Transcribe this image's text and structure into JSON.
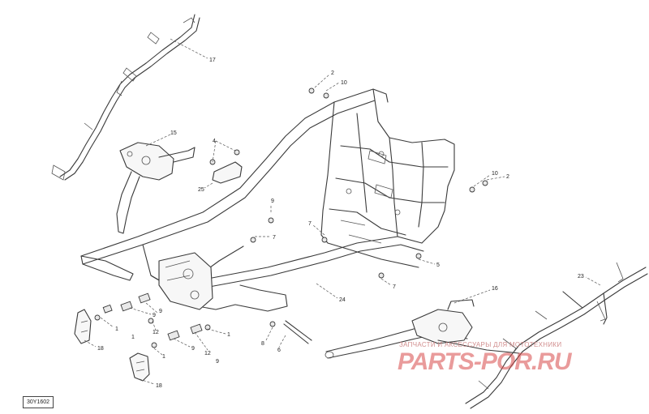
{
  "figure_code": "30Y1602",
  "watermark": {
    "tagline": "ЗАПЧАСТИ И АКСЕССУАРЫ ДЛЯ МОТОТЕХНИКИ",
    "brand": "PARTS-POR.RU"
  },
  "callouts": [
    {
      "id": "c17",
      "label": "17"
    },
    {
      "id": "c15",
      "label": "15"
    },
    {
      "id": "c4",
      "label": "4"
    },
    {
      "id": "c25",
      "label": "25"
    },
    {
      "id": "c2a",
      "label": "2"
    },
    {
      "id": "c10a",
      "label": "10"
    },
    {
      "id": "c10b",
      "label": "10"
    },
    {
      "id": "c2b",
      "label": "2"
    },
    {
      "id": "c9a",
      "label": "9"
    },
    {
      "id": "c7a",
      "label": "7"
    },
    {
      "id": "c7b",
      "label": "7"
    },
    {
      "id": "c5",
      "label": "5"
    },
    {
      "id": "c7c",
      "label": "7"
    },
    {
      "id": "c24",
      "label": "24"
    },
    {
      "id": "c16",
      "label": "16"
    },
    {
      "id": "c23",
      "label": "23"
    },
    {
      "id": "c1a",
      "label": "1"
    },
    {
      "id": "c9b",
      "label": "9"
    },
    {
      "id": "c12a",
      "label": "12"
    },
    {
      "id": "c9c",
      "label": "9"
    },
    {
      "id": "c1b",
      "label": "1"
    },
    {
      "id": "c18a",
      "label": "18"
    },
    {
      "id": "c9d",
      "label": "9"
    },
    {
      "id": "c1c",
      "label": "1"
    },
    {
      "id": "c12b",
      "label": "12"
    },
    {
      "id": "c9e",
      "label": "9"
    },
    {
      "id": "c1d",
      "label": "1"
    },
    {
      "id": "c18b",
      "label": "18"
    },
    {
      "id": "c8",
      "label": "8"
    },
    {
      "id": "c6",
      "label": "6"
    }
  ]
}
